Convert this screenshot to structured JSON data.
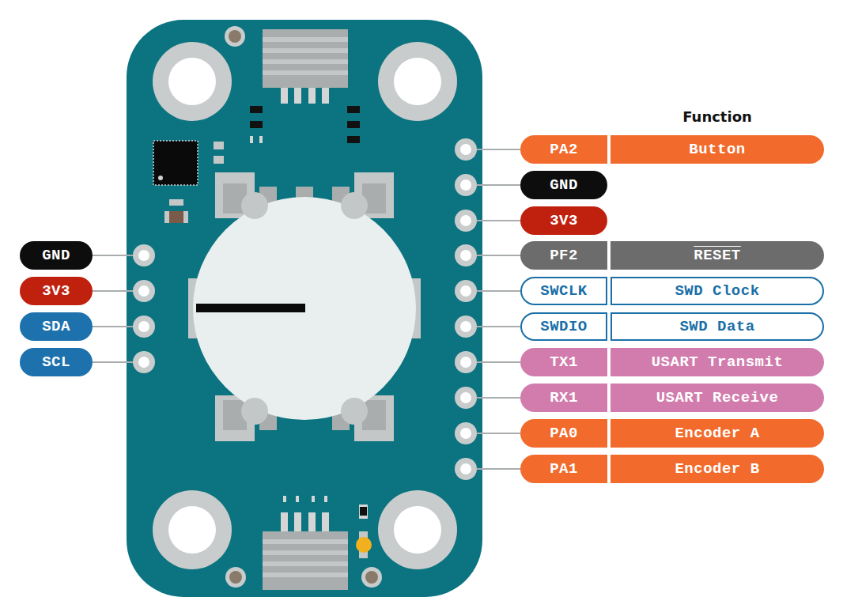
{
  "diagram": {
    "nodes": [
      {
        "text": [
          "PA2"
        ]
      },
      {
        "text": [
          "Button"
        ]
      },
      {
        "text": [
          "GND"
        ]
      },
      {
        "text": [
          "3V3"
        ]
      },
      {
        "text": [
          "GND"
        ]
      },
      {
        "text": [
          "PF2"
        ]
      },
      {
        "text": [
          "RESET"
        ]
      },
      {
        "text": [
          "3V3"
        ]
      },
      {
        "text": [
          "SWCLK"
        ]
      },
      {
        "text": [
          "SWD Clock"
        ]
      },
      {
        "text": [
          "SDA"
        ]
      },
      {
        "text": [
          "SWDIO"
        ]
      },
      {
        "text": [
          "SWD Data"
        ]
      },
      {
        "text": [
          "SCL"
        ]
      },
      {
        "text": [
          "TX1"
        ]
      },
      {
        "text": [
          "USART Transmit"
        ]
      },
      {
        "text": [
          "RX1"
        ]
      },
      {
        "text": [
          "USART Receive"
        ]
      },
      {
        "text": [
          "PA0"
        ]
      },
      {
        "text": [
          "Encoder A"
        ]
      },
      {
        "text": [
          "PA1"
        ]
      },
      {
        "text": [
          "Encoder B"
        ]
      }
    ],
    "labels": [
      "Function"
    ]
  }
}
